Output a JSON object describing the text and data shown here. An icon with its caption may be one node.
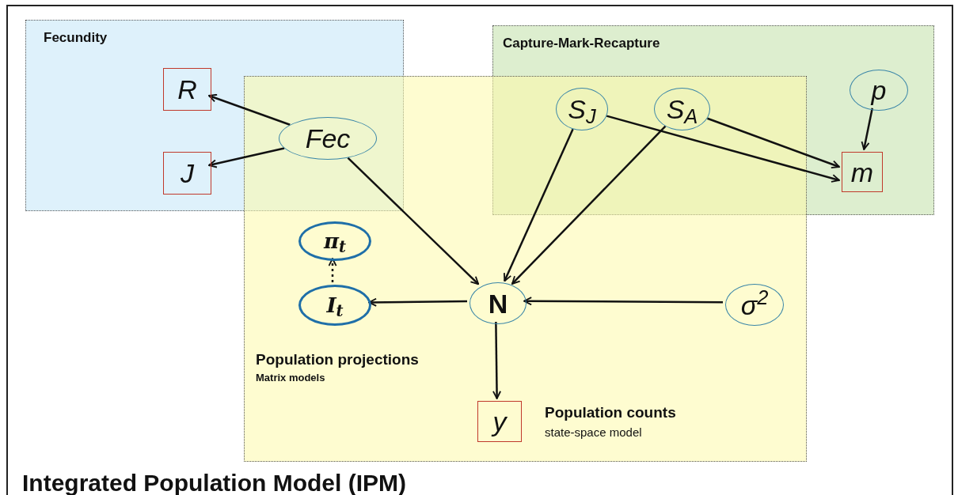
{
  "diagram": {
    "nodes": [
      {
        "text": [
          "Integrated Population Model (IPM)"
        ]
      },
      {
        "text": [
          "Fecundity"
        ],
        "in": 0
      },
      {
        "text": [
          "Capture-Mark-Recapture"
        ],
        "in": 0
      },
      {
        "text": [
          "Population projections",
          "Matrix models"
        ],
        "in": 0
      },
      {
        "text": [
          "R"
        ],
        "in": 1
      },
      {
        "text": [
          "J"
        ],
        "in": 1
      },
      {
        "text": [
          "Fec"
        ]
      },
      {
        "text": [
          "S$_{J}$"
        ]
      },
      {
        "text": [
          "S$_{A}$"
        ]
      },
      {
        "text": [
          "p"
        ],
        "in": 2
      },
      {
        "text": [
          "m"
        ],
        "in": 2
      },
      {
        "text": [
          "π$_{t}$"
        ],
        "in": 3
      },
      {
        "text": [
          "I$_{t}$"
        ],
        "in": 3
      },
      {
        "text": [
          "N"
        ],
        "in": 3
      },
      {
        "text": [
          "σ$^{2}$"
        ],
        "in": 3
      },
      {
        "text": [
          "y"
        ],
        "in": 3,
        "beside": [
          "Population counts",
          "state-space model"
        ]
      }
    ],
    "edges": [
      {
        "from": 6,
        "to": 4,
        "arrow": "to"
      },
      {
        "from": 6,
        "to": 5,
        "arrow": "to"
      },
      {
        "from": 6,
        "to": 13,
        "arrow": "to"
      },
      {
        "from": 7,
        "to": 13,
        "arrow": "to"
      },
      {
        "from": 8,
        "to": 13,
        "arrow": "to"
      },
      {
        "from": 7,
        "to": 10,
        "arrow": "to"
      },
      {
        "from": 8,
        "to": 10,
        "arrow": "to"
      },
      {
        "from": 9,
        "to": 10,
        "arrow": "to"
      },
      {
        "from": 13,
        "to": 12,
        "arrow": "to"
      },
      {
        "from": 12,
        "to": 11,
        "arrow": "to",
        "style": "dashed"
      },
      {
        "from": 14,
        "to": 13,
        "arrow": "to"
      },
      {
        "from": 13,
        "to": 15,
        "arrow": "to"
      }
    ]
  }
}
